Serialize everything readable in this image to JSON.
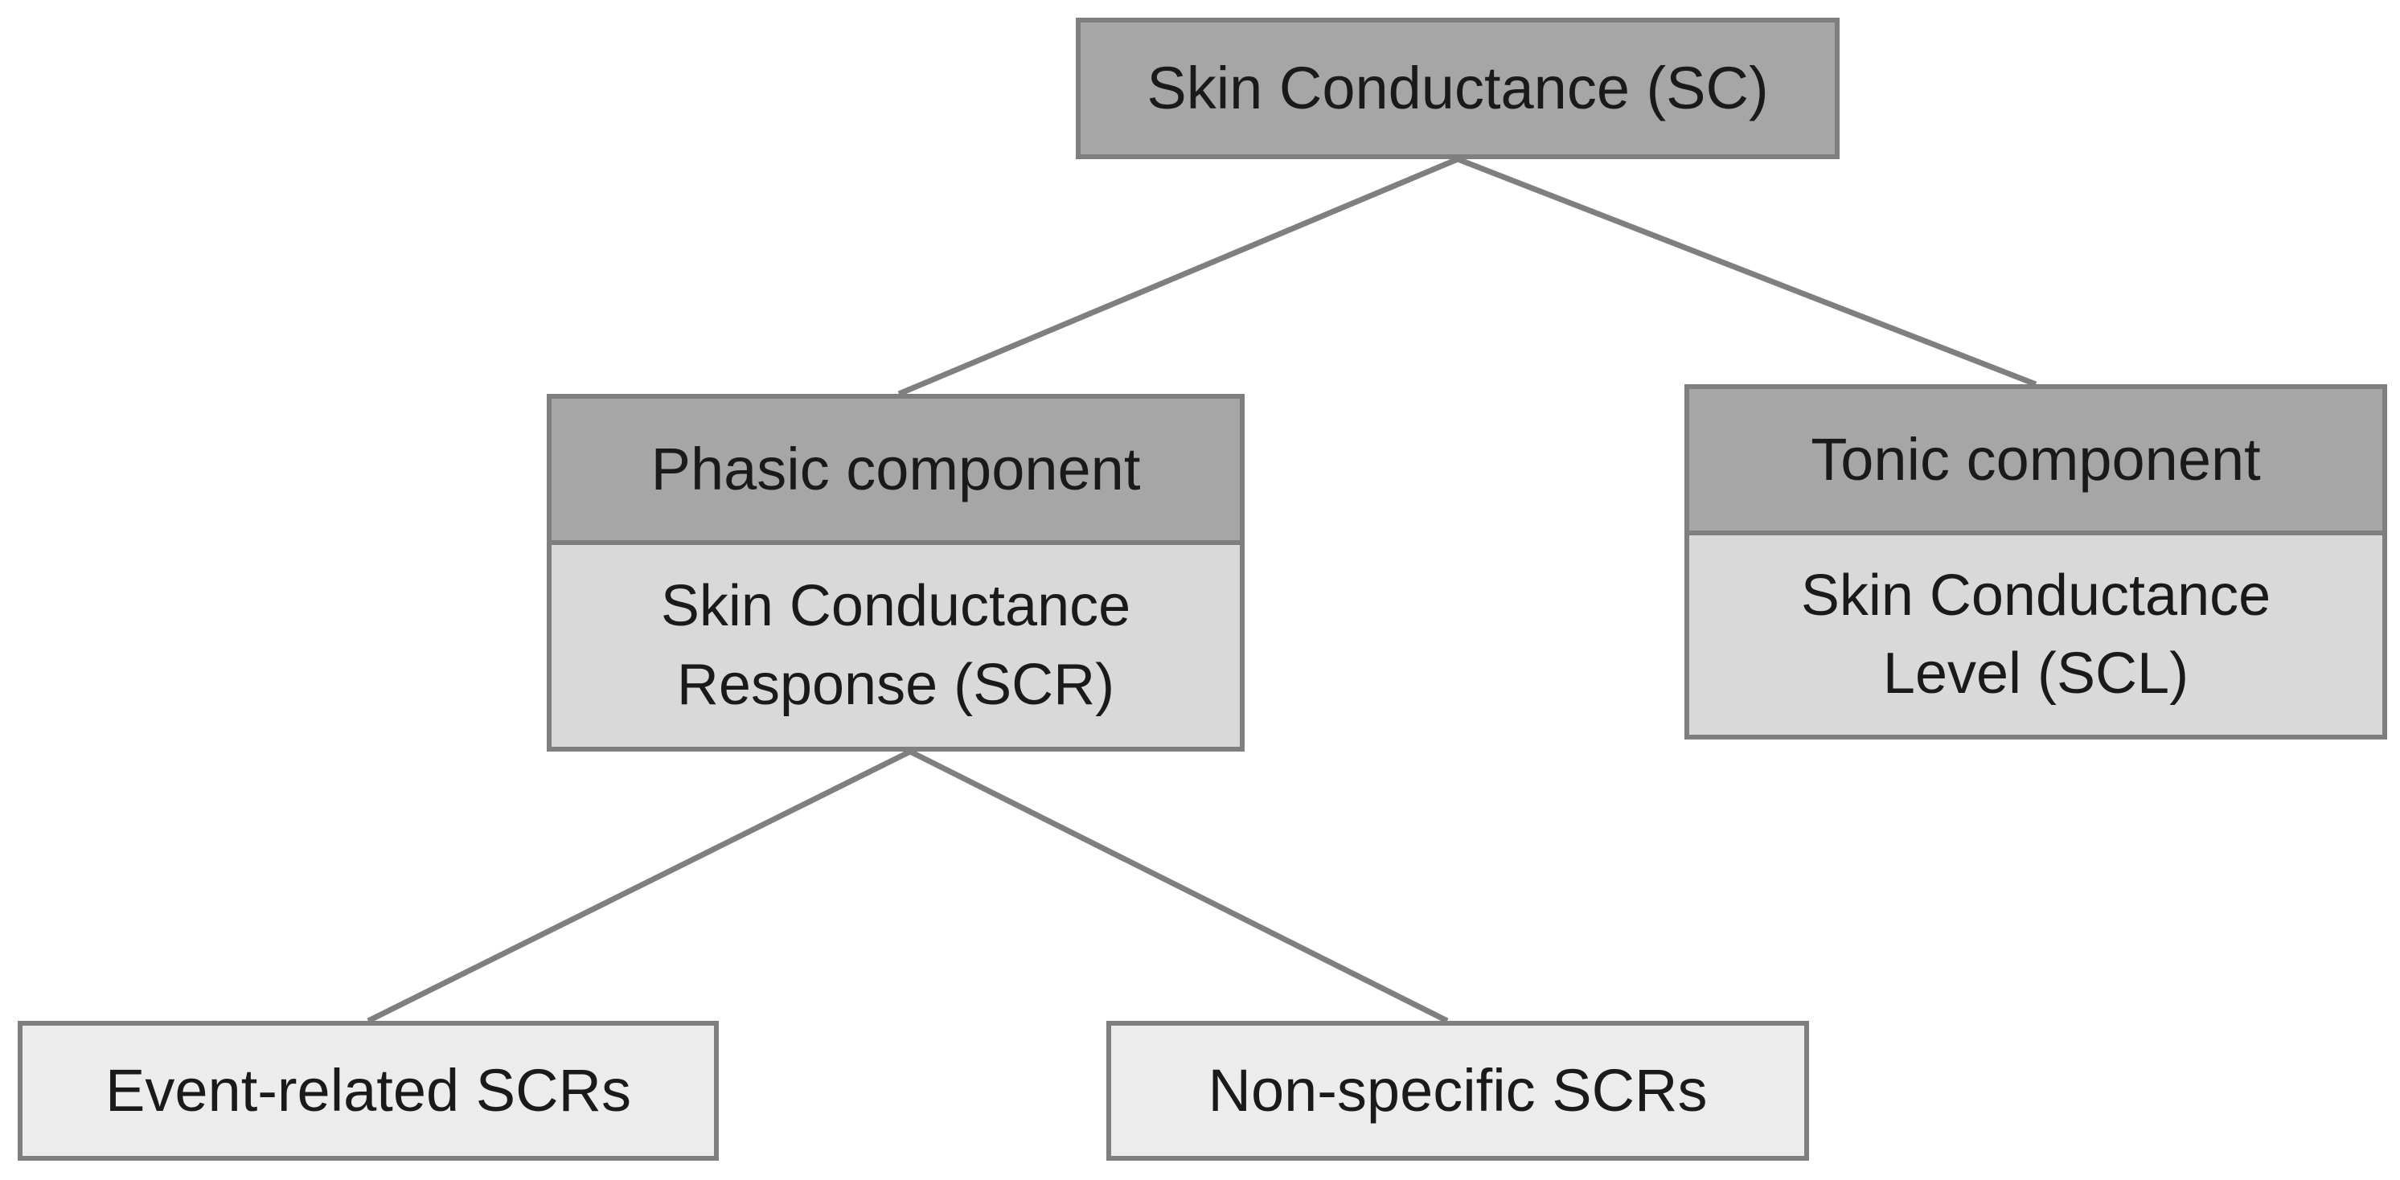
{
  "diagram": {
    "root": {
      "label": "Skin Conductance (SC)"
    },
    "phasic": {
      "header": "Phasic component",
      "detail_line1": "Skin Conductance",
      "detail_line2": "Response (SCR)"
    },
    "tonic": {
      "header": "Tonic component",
      "detail_line1": "Skin Conductance",
      "detail_line2": "Level (SCL)"
    },
    "event_related": {
      "label": "Event-related SCRs"
    },
    "non_specific": {
      "label": "Non-specific SCRs"
    },
    "colors": {
      "connector": "#7f7f7f",
      "border": "#7f7f7f",
      "header_fill": "#a6a6a6",
      "detail_fill": "#d9d9d9",
      "leaf_fill": "#ececec",
      "text": "#1a1a1a"
    }
  }
}
